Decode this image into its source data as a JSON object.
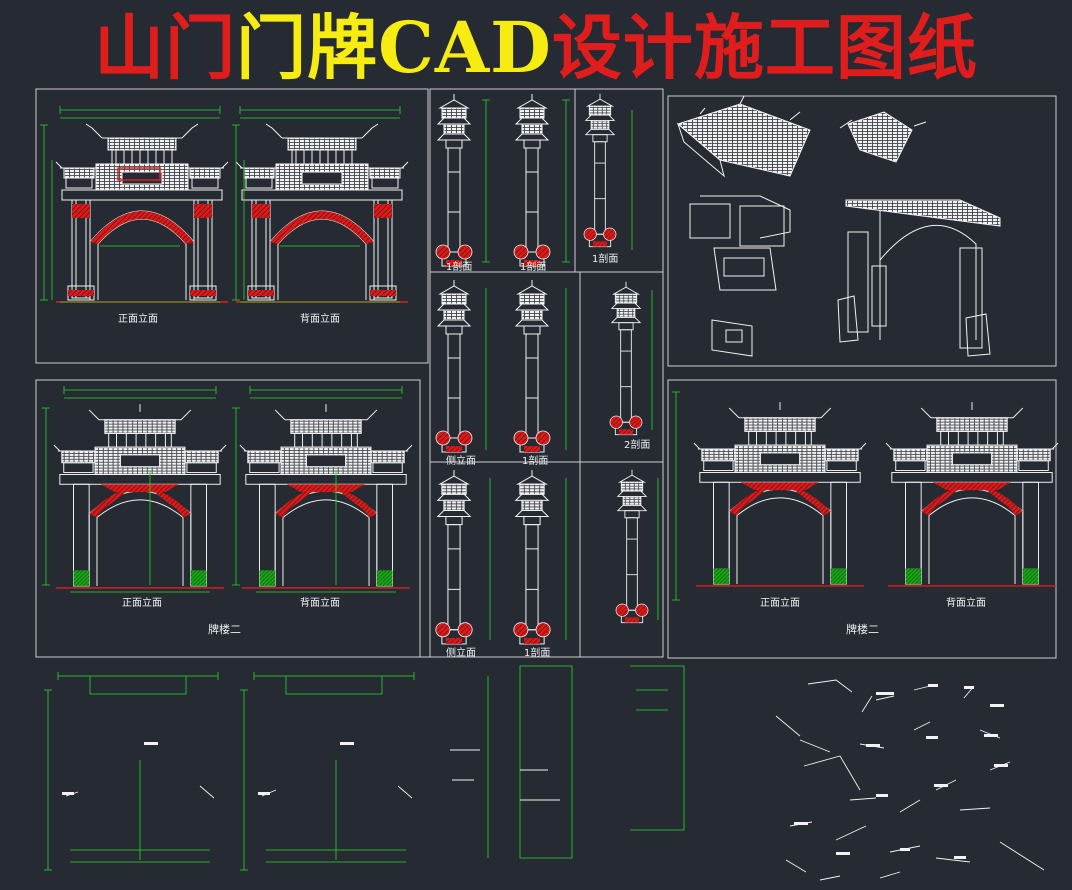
{
  "title": {
    "part1": "山门",
    "part2": "门牌CAD",
    "part3": "设计施工图纸"
  },
  "colors": {
    "background": "#252a33",
    "line": "#f2f2f2",
    "dimension": "#27d927",
    "fill": "#e01d1d",
    "title_red": "#e01d1d",
    "title_yellow": "#f6ec12"
  },
  "labels": {
    "gate1_front": "正面立面",
    "gate1_back": "背面立面",
    "gate2_front": "正面立面",
    "gate2_back": "背面立面",
    "gate2_caption": "牌楼二",
    "gate3_front": "正面立面",
    "gate3_back": "背面立面",
    "gate3_caption": "牌楼二",
    "col_a": "1剖面",
    "col_b": "1剖面",
    "col_c": "1剖面",
    "col_d": "侧立面",
    "col_e": "1剖面",
    "col_f": "侧立面",
    "col_g": "1剖面",
    "col_h": "2剖面"
  }
}
